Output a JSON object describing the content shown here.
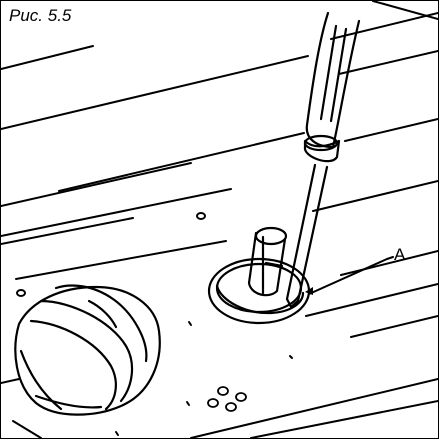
{
  "figure": {
    "caption": "Рис. 5.5",
    "callout_label": "A",
    "parts": [
      "cooktop-panel",
      "control-knob",
      "knob-bezel",
      "valve-spindle",
      "screwdriver"
    ]
  }
}
